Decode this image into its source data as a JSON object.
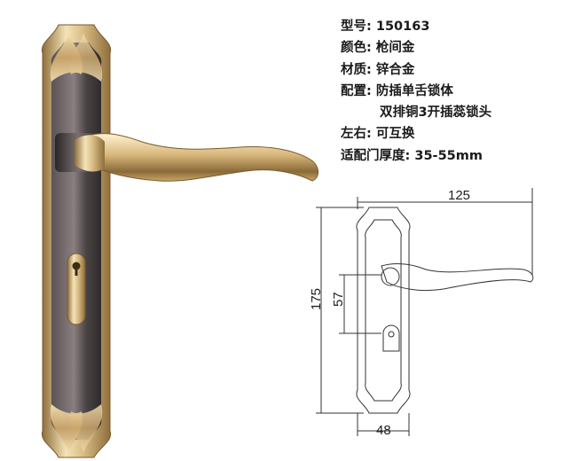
{
  "specs": [
    {
      "label": "型号:",
      "value": "150163"
    },
    {
      "label": "颜色:",
      "value": "枪间金"
    },
    {
      "label": "材质:",
      "value": "锌合金"
    },
    {
      "label": "配置:",
      "value": "防插单舌锁体"
    },
    {
      "label": "",
      "value": "双排铜3开插蕊锁头"
    },
    {
      "label": "左右:",
      "value": "可互换"
    },
    {
      "label": "适配门厚度:",
      "value": "35-55mm"
    }
  ],
  "dimensions": {
    "width_total": "125",
    "plate_width": "48",
    "plate_height": "175",
    "handle_to_keyhole": "57"
  },
  "colors": {
    "gold": "#d9bd86",
    "gold_dark": "#8e6d3b",
    "gunmetal": "#3f3a3b",
    "gunmetal_light": "#8a7f80",
    "text": "#1a1a1a"
  }
}
